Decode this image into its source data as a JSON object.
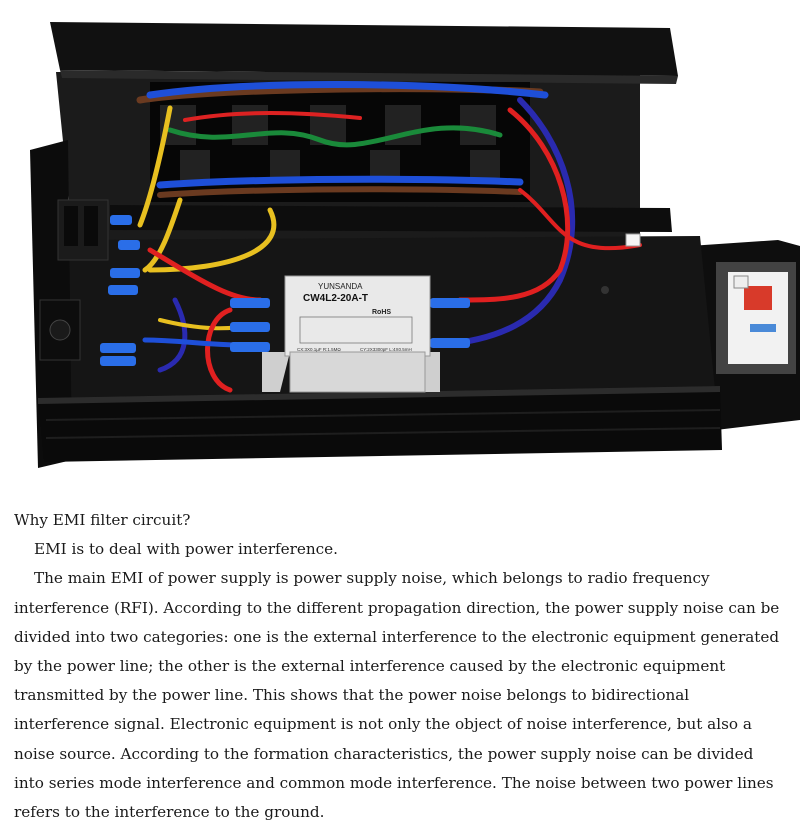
{
  "photo": {
    "icon": "emi-filter-chassis-photo",
    "module_brand": "YUNSANDA",
    "module_model": "CW4L2-20A-T",
    "module_cert": "RoHS",
    "module_text_left": "CX:3X0.1µF  R:1.5MΩ",
    "module_text_right": "CY:2X3300pF  L:4X0.5mH"
  },
  "article": {
    "heading": "Why EMI filter circuit?",
    "paragraph1": "EMI is to deal with power interference.",
    "paragraph2": "The main EMI of power supply is power supply noise, which belongs to radio frequency interference (RFI). According to the different propagation direction, the power supply noise can be divided into two categories: one is the external interference to the electronic equipment generated by the power line; the other is the external interference caused by the electronic equipment transmitted by the power line. This shows that the power noise belongs to bidirectional interference signal. Electronic equipment is not only the object of noise interference, but also a noise source. According to the formation characteristics, the power supply noise can be divided into series mode interference and common mode interference. The noise between two power lines refers to the interference to the ground."
  }
}
